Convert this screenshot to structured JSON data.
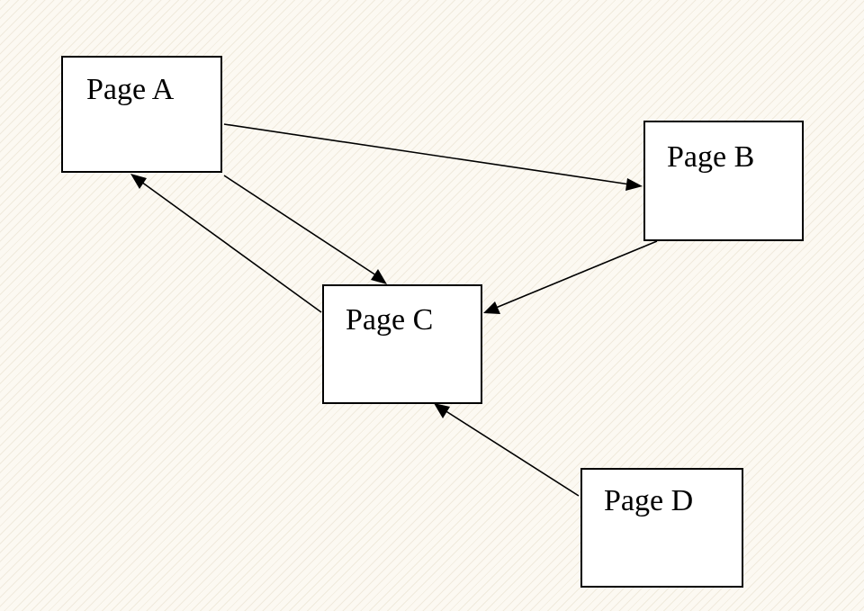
{
  "colors": {
    "background": "#fcf9f2",
    "box_fill": "#ffffff",
    "line": "#000000"
  },
  "pages": [
    {
      "id": "a",
      "label": "Page A"
    },
    {
      "id": "b",
      "label": "Page B"
    },
    {
      "id": "c",
      "label": "Page C"
    },
    {
      "id": "d",
      "label": "Page D"
    }
  ],
  "links": [
    {
      "from": "Page A",
      "to": "Page B"
    },
    {
      "from": "Page A",
      "to": "Page C"
    },
    {
      "from": "Page C",
      "to": "Page A"
    },
    {
      "from": "Page B",
      "to": "Page C"
    },
    {
      "from": "Page D",
      "to": "Page C"
    }
  ]
}
